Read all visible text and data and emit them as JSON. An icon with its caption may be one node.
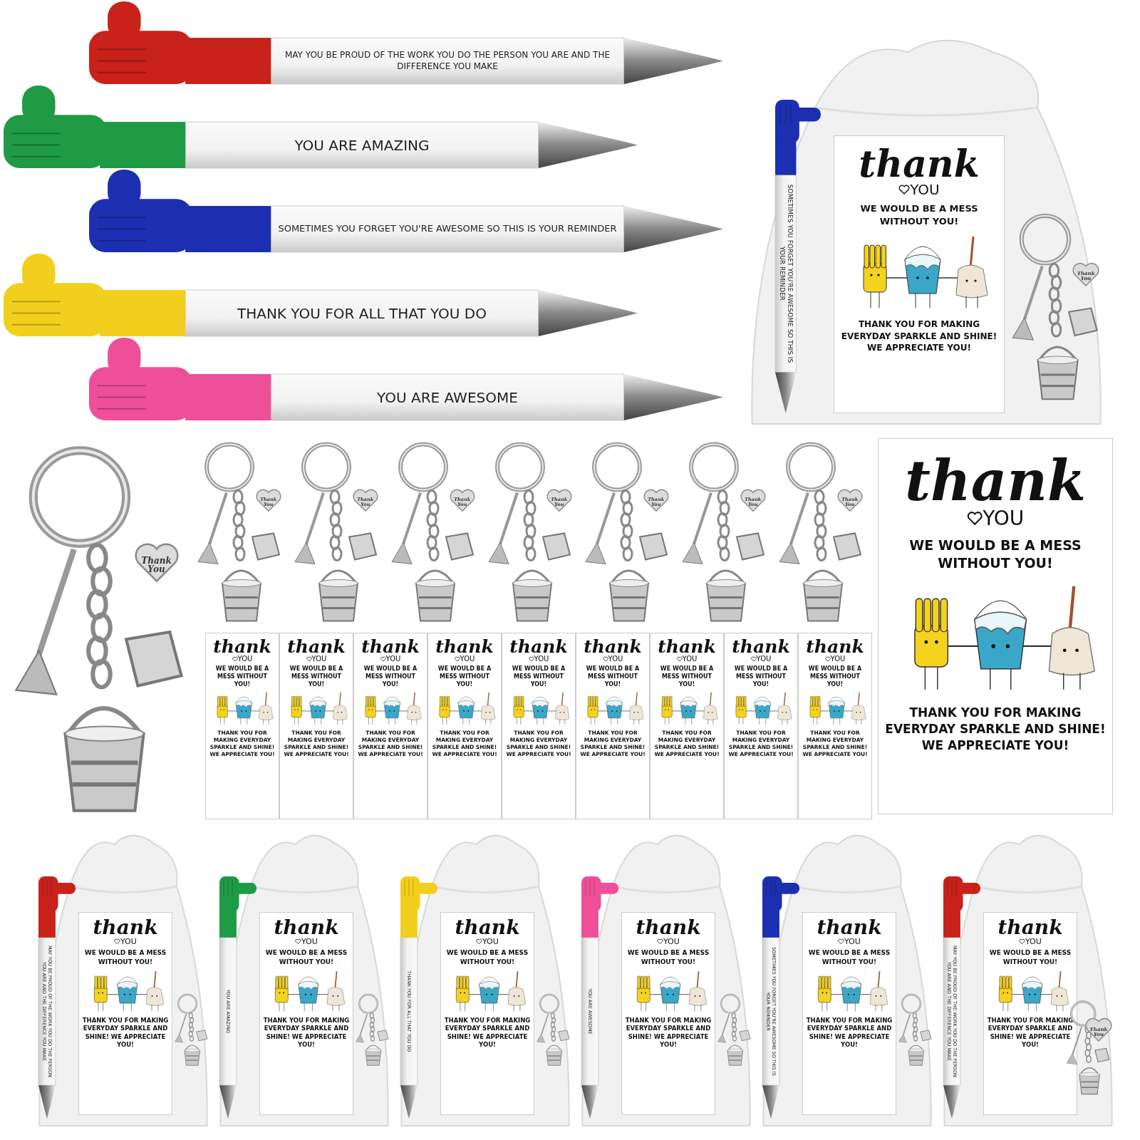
{
  "diagram": {
    "nodes": [
      {
        "text": [
          "MAY YOU BE PROUD OF THE WORK YOU DO THE PERSON YOU ARE AND THE DIFFERENCE YOU MAKE"
        ]
      },
      {
        "text": [
          "YOU ARE AMAZING"
        ]
      },
      {
        "text": [
          "SOMETIMES YOU FORGET YOU'RE AWESOME SO THIS IS YOUR REMINDER"
        ]
      },
      {
        "text": [
          "THANK YOU FOR ALL THAT YOU DO"
        ]
      },
      {
        "text": [
          "YOU ARE AWESOME"
        ]
      },
      {
        "text": [],
        "shape": "bag"
      },
      {
        "text": [
          "thank",
          "YOU",
          "WE WOULD BE A MESS WITHOUT YOU!",
          "THANK YOU FOR MAKING EVERYDAY SPARKLE AND SHINE! WE APPRECIATE YOU!"
        ],
        "in": 5
      },
      {
        "text": [
          "SOMETIMES YOU FORGET YOU'RE AWESOME SO THIS IS YOUR REMINDER"
        ],
        "in": 5
      },
      {
        "text": [
          "Thank You"
        ],
        "in": 5
      },
      {
        "text": [
          "Thank You"
        ]
      },
      {
        "text": [
          "Thank You"
        ]
      },
      {
        "text": [
          "Thank You"
        ]
      },
      {
        "text": [
          "Thank You"
        ]
      },
      {
        "text": [
          "Thank You"
        ]
      },
      {
        "text": [
          "Thank You"
        ]
      },
      {
        "text": [
          "Thank You"
        ]
      },
      {
        "text": [
          "Thank You"
        ]
      },
      {
        "text": [
          "thank",
          "YOU",
          "WE WOULD BE A MESS WITHOUT YOU!",
          "THANK YOU FOR MAKING EVERYDAY SPARKLE AND SHINE! WE APPRECIATE YOU!"
        ]
      },
      {
        "text": [
          "thank",
          "YOU",
          "WE WOULD BE A MESS WITHOUT YOU!",
          "THANK YOU FOR MAKING EVERYDAY SPARKLE AND SHINE! WE APPRECIATE YOU!"
        ]
      },
      {
        "text": [
          "thank",
          "YOU",
          "WE WOULD BE A MESS WITHOUT YOU!",
          "THANK YOU FOR MAKING EVERYDAY SPARKLE AND SHINE! WE APPRECIATE YOU!"
        ]
      },
      {
        "text": [
          "thank",
          "YOU",
          "WE WOULD BE A MESS WITHOUT YOU!",
          "THANK YOU FOR MAKING EVERYDAY SPARKLE AND SHINE! WE APPRECIATE YOU!"
        ]
      },
      {
        "text": [
          "thank",
          "YOU",
          "WE WOULD BE A MESS WITHOUT YOU!",
          "THANK YOU FOR MAKING EVERYDAY SPARKLE AND SHINE! WE APPRECIATE YOU!"
        ]
      },
      {
        "text": [
          "thank",
          "YOU",
          "WE WOULD BE A MESS WITHOUT YOU!",
          "THANK YOU FOR MAKING EVERYDAY SPARKLE AND SHINE! WE APPRECIATE YOU!"
        ]
      },
      {
        "text": [
          "thank",
          "YOU",
          "WE WOULD BE A MESS WITHOUT YOU!",
          "THANK YOU FOR MAKING EVERYDAY SPARKLE AND SHINE! WE APPRECIATE YOU!"
        ]
      },
      {
        "text": [
          "thank",
          "YOU",
          "WE WOULD BE A MESS WITHOUT YOU!",
          "THANK YOU FOR MAKING EVERYDAY SPARKLE AND SHINE! WE APPRECIATE YOU!"
        ]
      },
      {
        "text": [
          "thank",
          "YOU",
          "WE WOULD BE A MESS WITHOUT YOU!",
          "THANK YOU FOR MAKING EVERYDAY SPARKLE AND SHINE! WE APPRECIATE YOU!"
        ]
      },
      {
        "text": [
          "thank",
          "YOU",
          "WE WOULD BE A MESS WITHOUT YOU!",
          "THANK YOU FOR MAKING EVERYDAY SPARKLE AND SHINE! WE APPRECIATE YOU!"
        ]
      },
      {
        "text": [],
        "shape": "bag"
      },
      {
        "text": [
          "thank",
          "YOU",
          "WE WOULD BE A MESS WITHOUT YOU!",
          "THANK YOU FOR MAKING EVERYDAY SPARKLE AND SHINE! WE APPRECIATE YOU!"
        ],
        "in": 27
      },
      {
        "text": [
          "MAY YOU BE PROUD OF THE WORK YOU DO THE PERSON YOU ARE AND THE DIFFERENCE YOU MAKE"
        ],
        "in": 27
      },
      {
        "text": [],
        "shape": "bag"
      },
      {
        "text": [
          "thank",
          "YOU",
          "WE WOULD BE A MESS WITHOUT YOU!",
          "THANK YOU FOR MAKING EVERYDAY SPARKLE AND SHINE! WE APPRECIATE YOU!"
        ],
        "in": 30
      },
      {
        "text": [
          "YOU ARE AMAZING"
        ],
        "in": 30
      },
      {
        "text": [],
        "shape": "bag"
      },
      {
        "text": [
          "thank",
          "YOU",
          "WE WOULD BE A MESS WITHOUT YOU!",
          "THANK YOU FOR MAKING EVERYDAY SPARKLE AND SHINE! WE APPRECIATE YOU!"
        ],
        "in": 33
      },
      {
        "text": [
          "THANK YOU FOR ALL THAT YOU DO"
        ],
        "in": 33
      },
      {
        "text": [],
        "shape": "bag"
      },
      {
        "text": [
          "thank",
          "YOU",
          "WE WOULD BE A MESS WITHOUT YOU!",
          "THANK YOU FOR MAKING EVERYDAY SPARKLE AND SHINE! WE APPRECIATE YOU!"
        ],
        "in": 36
      },
      {
        "text": [
          "YOU ARE AWESOME"
        ],
        "in": 36
      },
      {
        "text": [],
        "shape": "bag"
      },
      {
        "text": [
          "thank",
          "YOU",
          "WE WOULD BE A MESS WITHOUT YOU!",
          "THANK YOU FOR MAKING EVERYDAY SPARKLE AND SHINE! WE APPRECIATE YOU!"
        ],
        "in": 39
      },
      {
        "text": [
          "SOMETIMES YOU FORGET YOU'RE AWESOME SO THIS IS YOUR REMINDER"
        ],
        "in": 39
      },
      {
        "text": [],
        "shape": "bag"
      },
      {
        "text": [
          "thank",
          "YOU",
          "WE WOULD BE A MESS WITHOUT YOU!",
          "THANK YOU FOR MAKING EVERYDAY SPARKLE AND SHINE! WE APPRECIATE YOU!"
        ],
        "in": 42
      },
      {
        "text": [
          "MAY YOU BE PROUD OF THE WORK YOU DO THE PERSON YOU ARE AND THE DIFFERENCE YOU MAKE"
        ],
        "in": 42
      },
      {
        "text": [
          "Thank You"
        ],
        "in": 42
      }
    ]
  }
}
